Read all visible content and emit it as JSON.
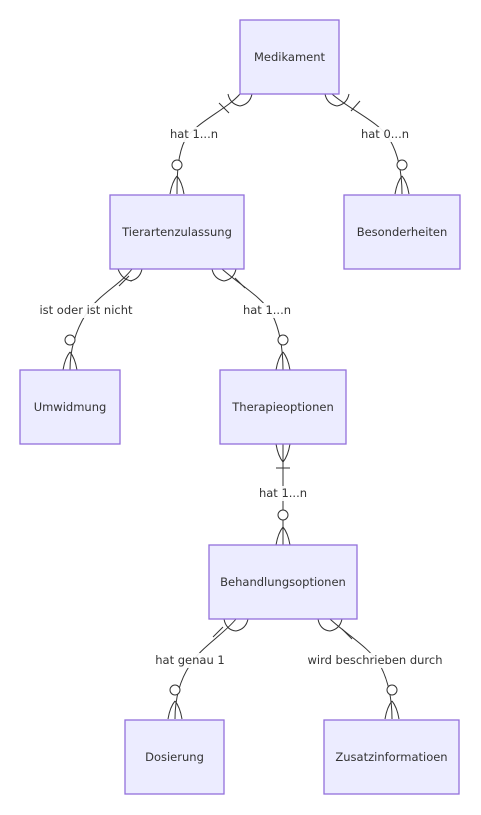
{
  "entities": {
    "medikament": "Medikament",
    "tierartenzulassung": "Tierartenzulassung",
    "besonderheiten": "Besonderheiten",
    "umwidmung": "Umwidmung",
    "therapieoptionen": "Therapieoptionen",
    "behandlungsoptionen": "Behandlungsoptionen",
    "dosierung": "Dosierung",
    "zusatzinformationen": "Zusatzinformatioen"
  },
  "relationships": {
    "medikament_tierartenzulassung": "hat 1...n",
    "medikament_besonderheiten": "hat 0...n",
    "tierartenzulassung_umwidmung": "ist oder ist nicht",
    "tierartenzulassung_therapieoptionen": "hat 1...n",
    "therapieoptionen_behandlungsoptionen": "hat 1...n",
    "behandlungsoptionen_dosierung": "hat genau 1",
    "behandlungsoptionen_zusatzinformationen": "wird beschrieben durch"
  },
  "colors": {
    "entity_fill": "#ECECFF",
    "entity_stroke": "#9370DB",
    "line": "#333333",
    "text": "#333333"
  }
}
